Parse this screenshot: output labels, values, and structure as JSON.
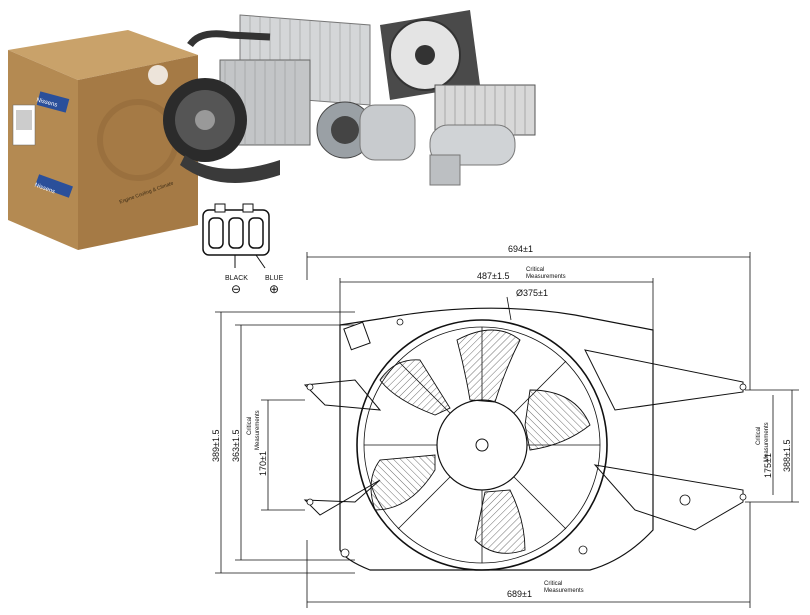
{
  "brand": {
    "box_label_1": "Nissens",
    "box_label_2": "Nissens",
    "box_tagline": "Engine Cooling & Climate"
  },
  "connector": {
    "neg_label": "BLACK",
    "pos_label": "BLUE",
    "neg_symbol": "⊖",
    "pos_symbol": "⊕"
  },
  "dimensions": {
    "overall_width": "694±1",
    "inner_width": "487±1.5",
    "critical_1": "Critical",
    "measurements_1": "Measurements",
    "diameter": "Ø375±1",
    "height_left_outer": "389±1.5",
    "height_left_inner": "363±1.5",
    "height_left_small": "170±1",
    "critical_2": "Critical",
    "measurements_2": "Measurements",
    "height_right_outer": "388±1.5",
    "height_right_small": "175±1",
    "critical_3": "Critical",
    "measurements_3": "Measurements",
    "bottom_width": "689±1",
    "critical_4": "Critical",
    "measurements_4": "Measurements"
  }
}
